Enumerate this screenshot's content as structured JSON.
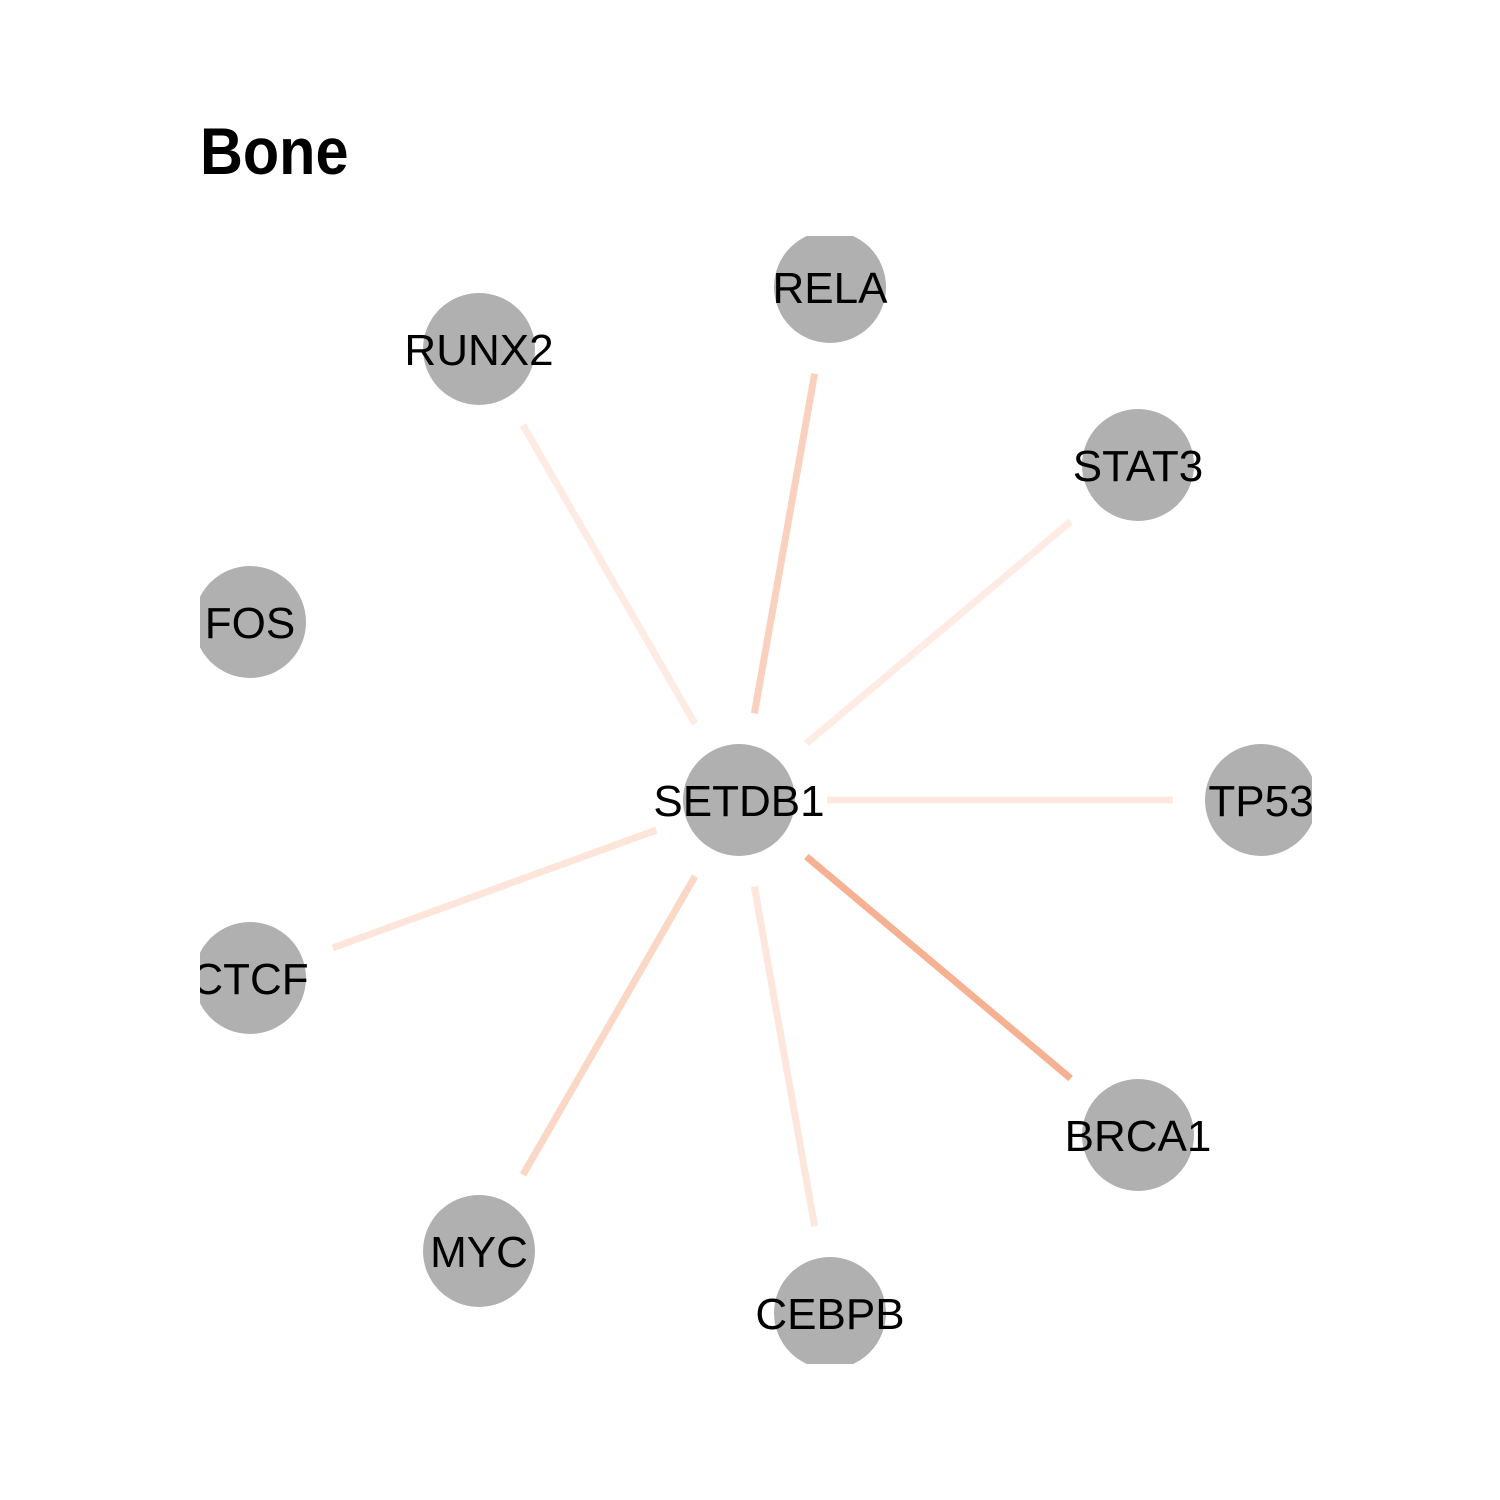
{
  "title": "Bone",
  "colors": {
    "node_fill": "#b0b0b0",
    "edge_low": "#fff5f0",
    "edge_high": "#f4a582",
    "label": "#000000",
    "background": "#ffffff"
  },
  "network": {
    "hub": "SETDB1",
    "nodes": [
      {
        "id": "SETDB1",
        "label": "SETDB1"
      },
      {
        "id": "RELA",
        "label": "RELA"
      },
      {
        "id": "RUNX2",
        "label": "RUNX2"
      },
      {
        "id": "STAT3",
        "label": "STAT3"
      },
      {
        "id": "FOS",
        "label": "FOS"
      },
      {
        "id": "TP53",
        "label": "TP53"
      },
      {
        "id": "CTCF",
        "label": "CTCF"
      },
      {
        "id": "BRCA1",
        "label": "BRCA1"
      },
      {
        "id": "MYC",
        "label": "MYC"
      },
      {
        "id": "CEBPB",
        "label": "CEBPB"
      }
    ],
    "edges": [
      {
        "source": "SETDB1",
        "target": "RELA",
        "strength": 0.45
      },
      {
        "source": "SETDB1",
        "target": "RUNX2",
        "strength": 0.12
      },
      {
        "source": "SETDB1",
        "target": "STAT3",
        "strength": 0.12
      },
      {
        "source": "SETDB1",
        "target": "TP53",
        "strength": 0.15
      },
      {
        "source": "SETDB1",
        "target": "CTCF",
        "strength": 0.2
      },
      {
        "source": "SETDB1",
        "target": "BRCA1",
        "strength": 0.85
      },
      {
        "source": "SETDB1",
        "target": "MYC",
        "strength": 0.38
      },
      {
        "source": "SETDB1",
        "target": "CEBPB",
        "strength": 0.18
      }
    ]
  }
}
